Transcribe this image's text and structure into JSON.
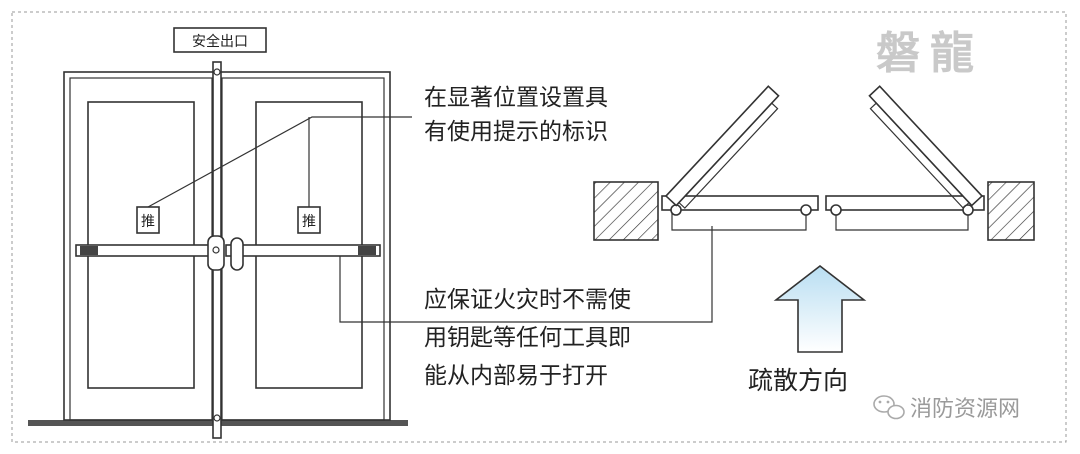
{
  "brand_mark": "磐龍",
  "exit_sign": "安全出口",
  "push_label_left": "推",
  "push_label_right": "推",
  "note_top": [
    "在显著位置设置具",
    "有使用提示的标识"
  ],
  "note_bottom": [
    "应保证火灾时不需使",
    "用钥匙等任何工具即",
    "能从内部易于打开"
  ],
  "evacuation_direction": "疏散方向",
  "watermark": "消防资源网",
  "colors": {
    "ink": "#333333",
    "watermark": "#bdbdbd",
    "frame": "#999999",
    "handle_grip": "#444444"
  }
}
